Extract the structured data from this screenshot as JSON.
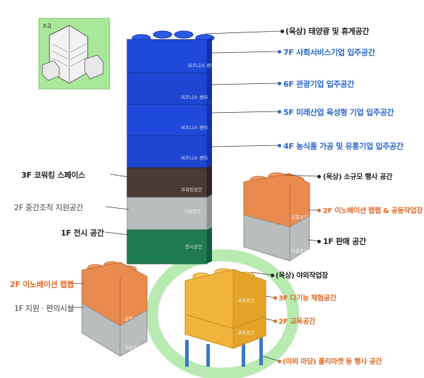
{
  "colors": {
    "blue": "#1f49d8",
    "blue_dark": "#1533a8",
    "brown": "#4a3a36",
    "gray": "#b9bdbd",
    "green": "#1f7a50",
    "orange": "#e98a4f",
    "yellow": "#f0b43c",
    "ring": "#b8eab2",
    "text_blue": "#2b66c8",
    "text_orange": "#e06a2a",
    "text_dark": "#222222"
  },
  "thumbnail": {
    "label": "조감"
  },
  "tower_bricks": {
    "b7": "비즈니스 센터",
    "b6": "비즈니스 센터",
    "b5": "비즈니스 센터",
    "b4": "비즈니스 센터",
    "b3": "코워킹공간",
    "b2": "지원공간",
    "b1": "전시공간"
  },
  "right_bricks": {
    "top": "실험공간",
    "bottom": "지원공간"
  },
  "left_bricks": {
    "top": "실험공간",
    "bottom": "지원공간"
  },
  "center_bricks": {
    "top": "교육공간",
    "bottom": "교육공간"
  },
  "labels": {
    "rooftop": "(옥상) 태양광 및 휴게공간",
    "f7": "7F 사회서비스기업 입주공간",
    "f6": "6F 관광기업 입주공간",
    "f5": "5F 미래산업 육성형 기업 입주공간",
    "f4": "4F 농식품 가공 및 유통기업 입주공간",
    "f3": "3F 코워킹 스페이스",
    "f2": "2F 중간조직 지원공간",
    "f1": "1F 전시 공간",
    "right_rooftop": "(옥상) 소규모 행사 공간",
    "right_f2": "2F 이노베이션 랩랩 & 공동작업장",
    "right_f1": "1F 판매 공간",
    "left_f2": "2F 이노베이션 랩랩",
    "left_f1": "1F 지원 · 편의시설",
    "center_rooftop": "(옥상) 야외작업장",
    "center_f3": "3F 다기능 체험공간",
    "center_f2": "2F 교육공간",
    "center_ground": "(야외 마당) 플리마켓 등 행사 공간"
  }
}
